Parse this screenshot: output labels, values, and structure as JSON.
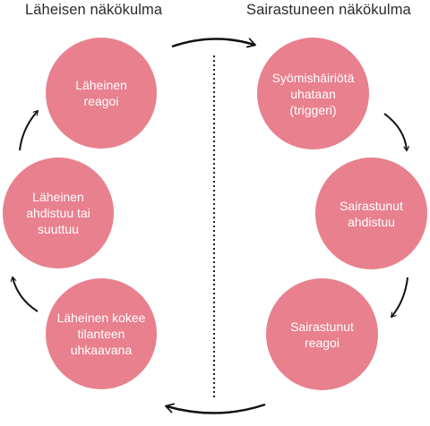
{
  "headings": {
    "left": "Läheisen näkökulma",
    "right": "Sairastuneen näkökulma"
  },
  "colors": {
    "node_fill": "#e8808e",
    "node_text": "#ffffff",
    "arrow": "#111111",
    "divider": "#222222"
  },
  "nodes": {
    "laheinen_reagoi": "Läheinen\nreagoi",
    "syomishairiota_uhataan": "Syömishäiriötä\nuhataan\n(triggeri)",
    "sairastunut_ahdistuu": "Sairastunut\nahdistuu",
    "sairastunut_reagoi": "Sairastunut\nreagoi",
    "laheinen_kokee_uhkaavana": "Läheinen kokee\ntilanteen\nuhkaavana",
    "laheinen_ahdistuu_tai_suuttuu": "Läheinen\nahdistuu tai\nsuuttuu"
  }
}
